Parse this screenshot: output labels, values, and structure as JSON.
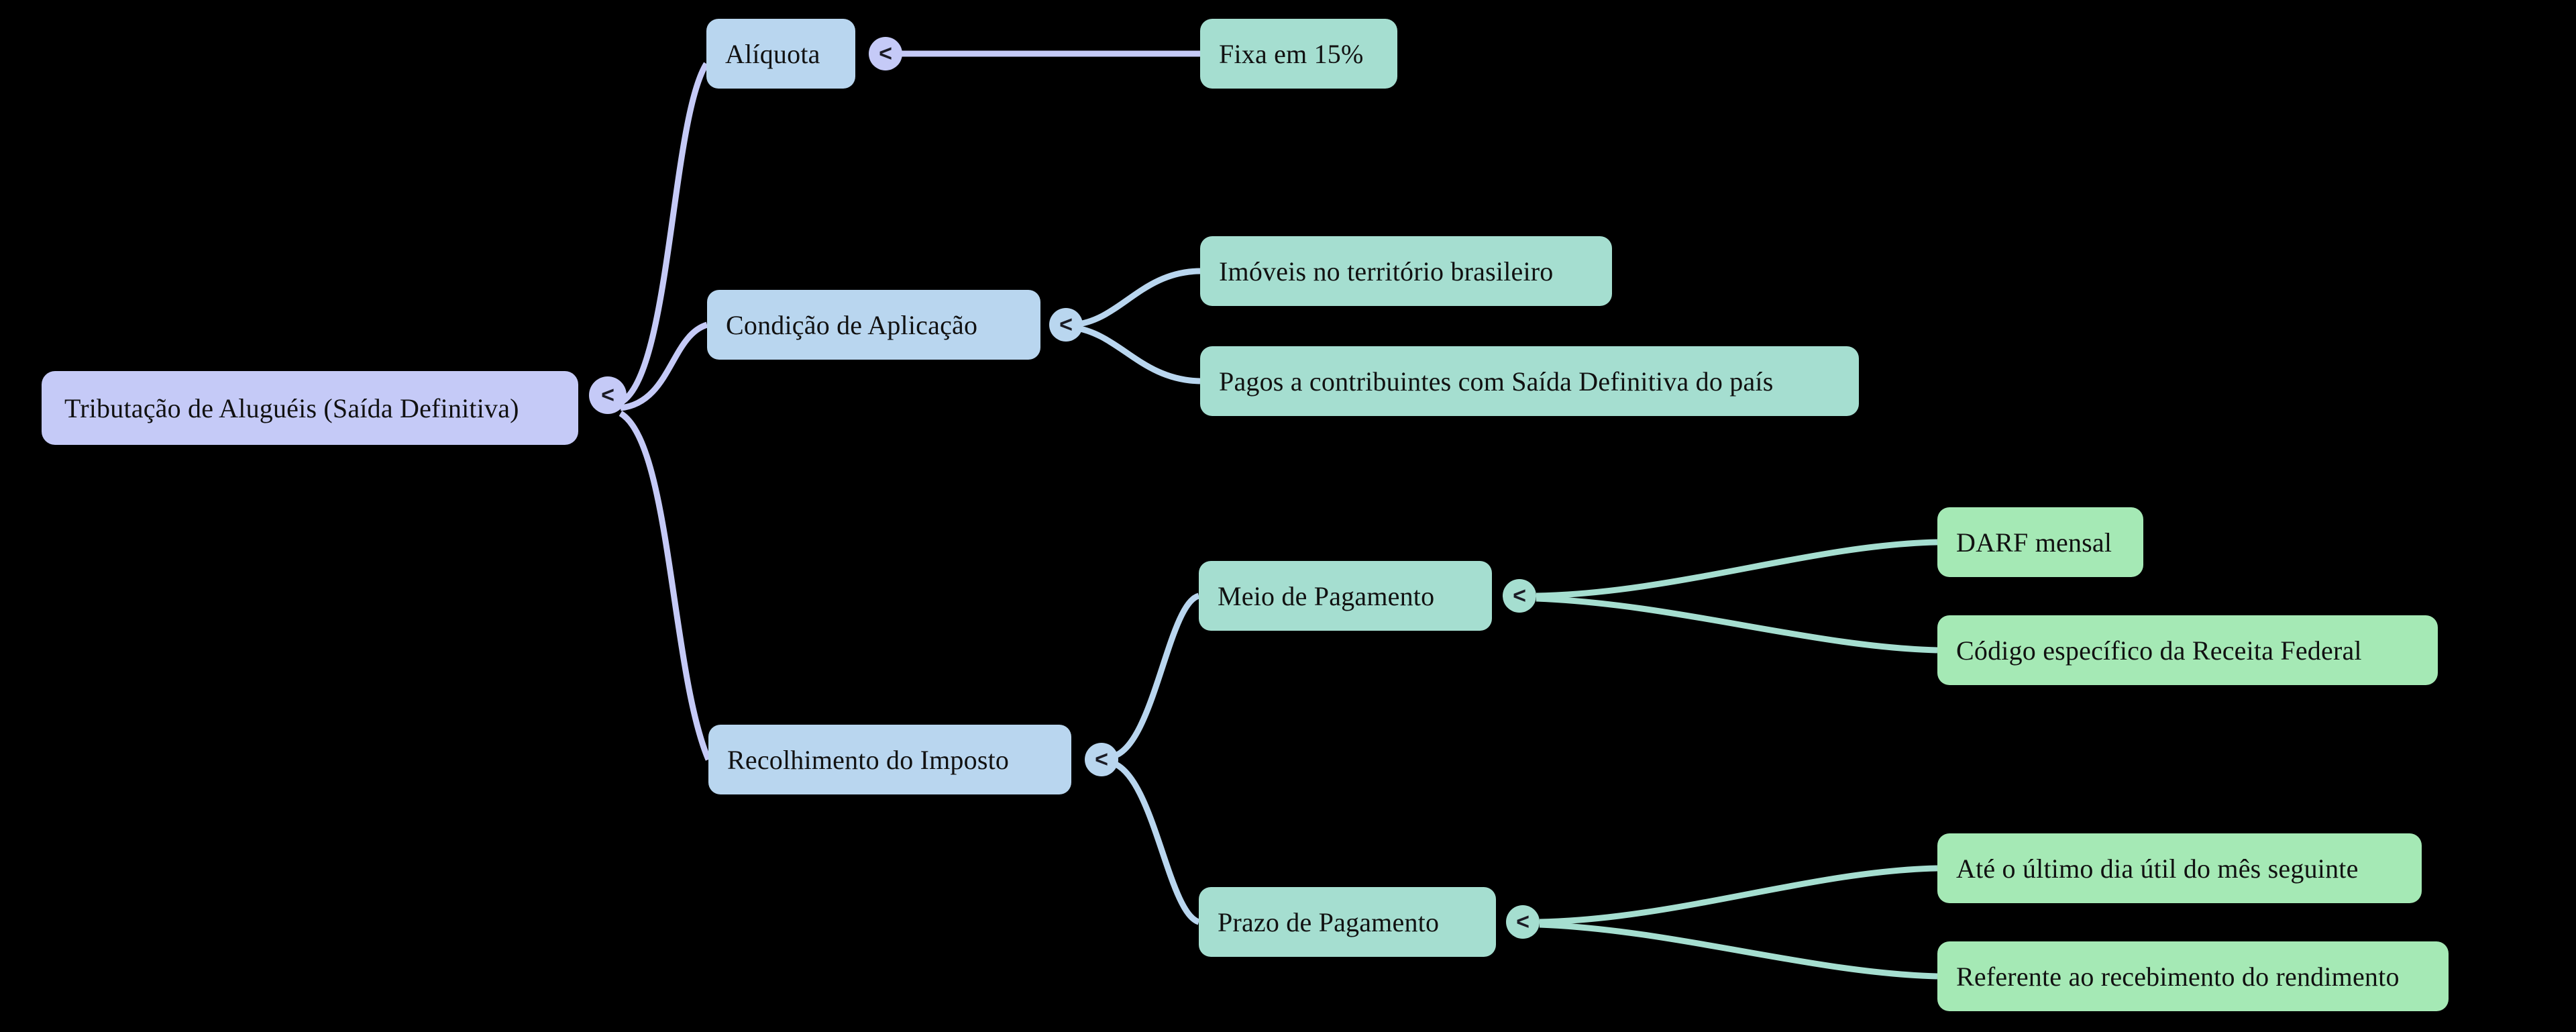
{
  "diagram": {
    "type": "mindmap",
    "title": "Tributação de Aluguéis (Saída Definitiva)",
    "background_color": "#000000",
    "colors": {
      "root_fill": "#c5caf7",
      "level1_fill": "#b9d6ef",
      "level2_green_fill": "#a5ded0",
      "leaf_green_fill": "#a5e9b5",
      "text": "#111111",
      "root_edge": "#c5caf7",
      "blue_edge": "#b9d6ef",
      "green_edge": "#a5ded0"
    },
    "toggle_glyph": "<",
    "nodes": {
      "root": {
        "label": "Tributação de Aluguéis (Saída Definitiva)"
      },
      "aliquota": {
        "label": "Alíquota"
      },
      "fixa15": {
        "label": "Fixa em 15%"
      },
      "condicao": {
        "label": "Condição de Aplicação"
      },
      "imoveis": {
        "label": "Imóveis no território brasileiro"
      },
      "pagos": {
        "label": "Pagos a contribuintes com Saída Definitiva do país"
      },
      "recolhimento": {
        "label": "Recolhimento do Imposto"
      },
      "meio": {
        "label": "Meio de Pagamento"
      },
      "darf": {
        "label": "DARF mensal"
      },
      "codigo": {
        "label": "Código específico da Receita Federal"
      },
      "prazo": {
        "label": "Prazo de Pagamento"
      },
      "ultimo_dia": {
        "label": "Até o último dia útil do mês seguinte"
      },
      "referente": {
        "label": "Referente ao recebimento do rendimento"
      }
    },
    "toggles": {
      "root": {
        "label": "<"
      },
      "aliquota": {
        "label": "<"
      },
      "condicao": {
        "label": "<"
      },
      "recolhimento": {
        "label": "<"
      },
      "meio": {
        "label": "<"
      },
      "prazo": {
        "label": "<"
      }
    }
  }
}
